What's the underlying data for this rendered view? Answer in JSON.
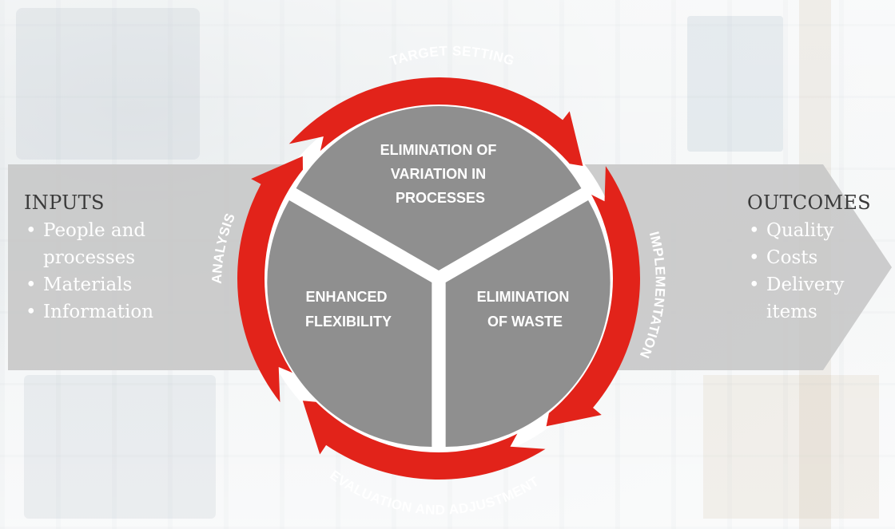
{
  "inputs": {
    "title": "INPUTS",
    "items": [
      "People and processes",
      "Materials",
      "Information"
    ]
  },
  "outcomes": {
    "title": "OUTCOMES",
    "items": [
      "Quality",
      "Costs",
      "Delivery items"
    ]
  },
  "cycle": {
    "target_setting": "TARGET SETTING",
    "implementation": "IMPLEMENTATION",
    "evaluation": "EVALUATION AND ADJUSTMENT",
    "analysis": "ANALYSIS"
  },
  "core": {
    "top": [
      "ELIMINATION OF",
      "VARIATION IN",
      "PROCESSES"
    ],
    "left": [
      "ENHANCED",
      "FLEXIBILITY"
    ],
    "right": [
      "ELIMINATION",
      "OF WASTE"
    ]
  },
  "colors": {
    "ring": "#e2231a",
    "segment": "#8f8f8f",
    "band": "#c6c6c6",
    "title_text": "#3a3a3a",
    "list_text": "#ffffff"
  }
}
